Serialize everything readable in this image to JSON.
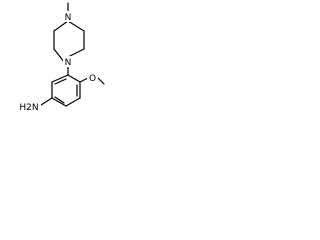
{
  "molecule": {
    "atoms": {
      "methyl_n": "N",
      "aryl_n": "N",
      "methoxy_o": "O",
      "amine": "H2N"
    }
  },
  "colors": {
    "bond": "#000000",
    "label": "#000000",
    "background": "#ffffff"
  }
}
